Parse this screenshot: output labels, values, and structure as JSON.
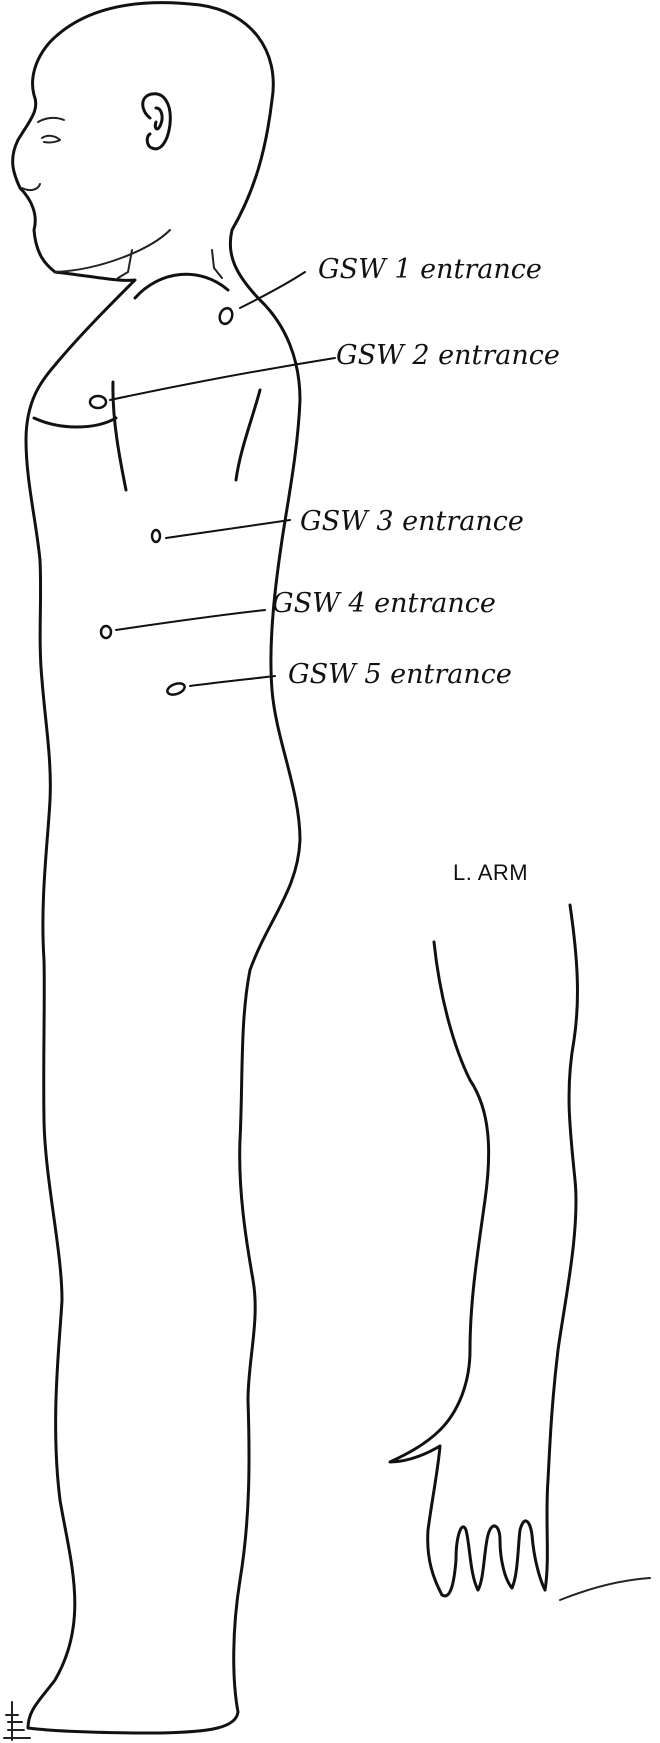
{
  "wounds": [
    {
      "id": 1,
      "label": "GSW 1 entrance"
    },
    {
      "id": 2,
      "label": "GSW 2 entrance"
    },
    {
      "id": 3,
      "label": "GSW 3 entrance"
    },
    {
      "id": 4,
      "label": "GSW 4 entrance"
    },
    {
      "id": 5,
      "label": "GSW 5 entrance"
    }
  ],
  "arm_label": "L. ARM"
}
